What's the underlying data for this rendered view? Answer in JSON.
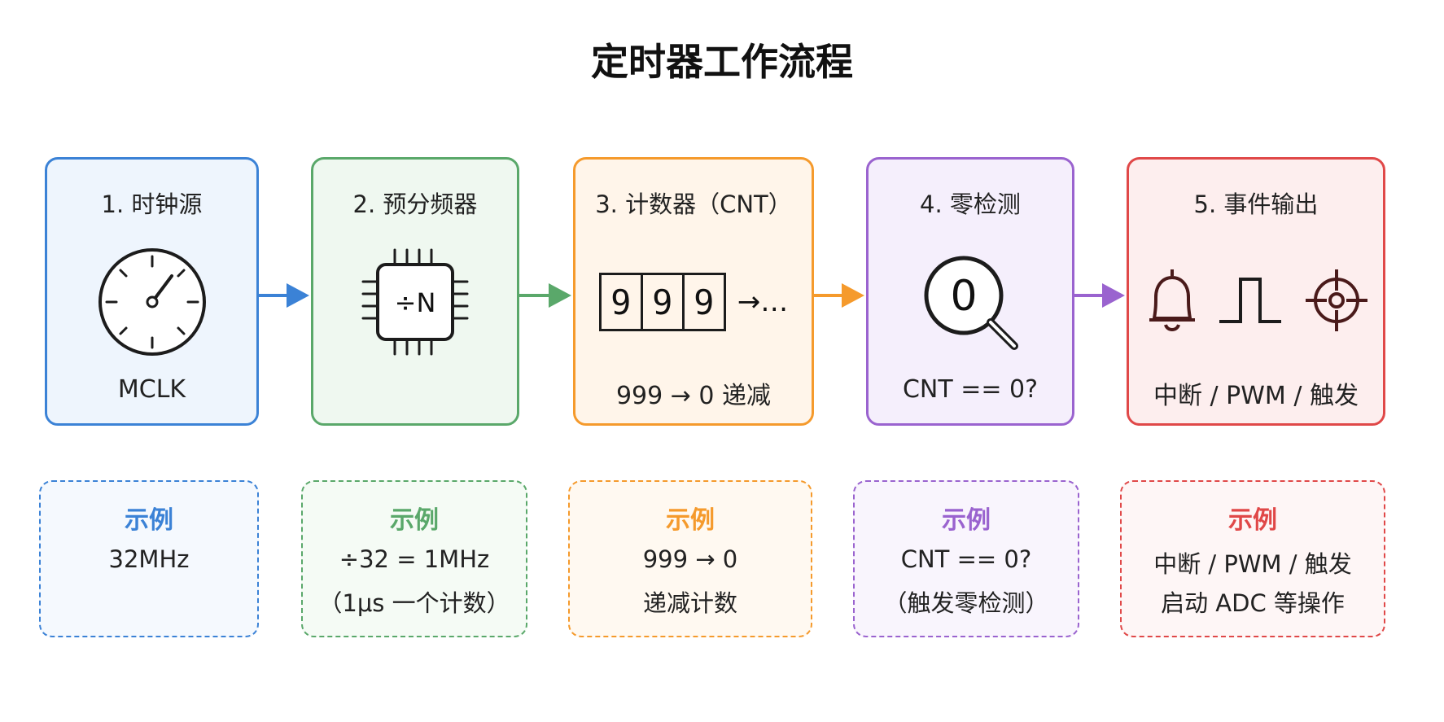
{
  "title": "定时器工作流程",
  "colors": {
    "blue": "#3b82d6",
    "green": "#5aa86a",
    "orange": "#f59a2c",
    "purple": "#9a63cf",
    "red": "#e04848"
  },
  "stages": [
    {
      "title": "1. 时钟源",
      "icon": "clock-icon",
      "label": "MCLK"
    },
    {
      "title": "2. 预分频器",
      "icon": "chip-icon",
      "icon_text": "÷N",
      "label": ""
    },
    {
      "title": "3. 计数器（CNT）",
      "icon": "counter-digits-icon",
      "digits": [
        "9",
        "9",
        "9"
      ],
      "digit_tail": "→…",
      "label": "999 → 0 递减"
    },
    {
      "title": "4. 零检测",
      "icon": "magnifier-zero-icon",
      "icon_text": "0",
      "label": "CNT == 0?"
    },
    {
      "title": "5. 事件输出",
      "icons": [
        "bell-icon",
        "pulse-icon",
        "target-icon"
      ],
      "label": "中断 / PWM / 触发"
    }
  ],
  "examples": [
    {
      "title": "示例",
      "line1": "32MHz",
      "line2": ""
    },
    {
      "title": "示例",
      "line1": "÷32 = 1MHz",
      "line2": "（1μs 一个计数）"
    },
    {
      "title": "示例",
      "line1": "999 → 0",
      "line2": "递减计数"
    },
    {
      "title": "示例",
      "line1": "CNT == 0?",
      "line2": "（触发零检测）"
    },
    {
      "title": "示例",
      "line1": "中断 / PWM / 触发",
      "line2": "启动 ADC 等操作"
    }
  ]
}
